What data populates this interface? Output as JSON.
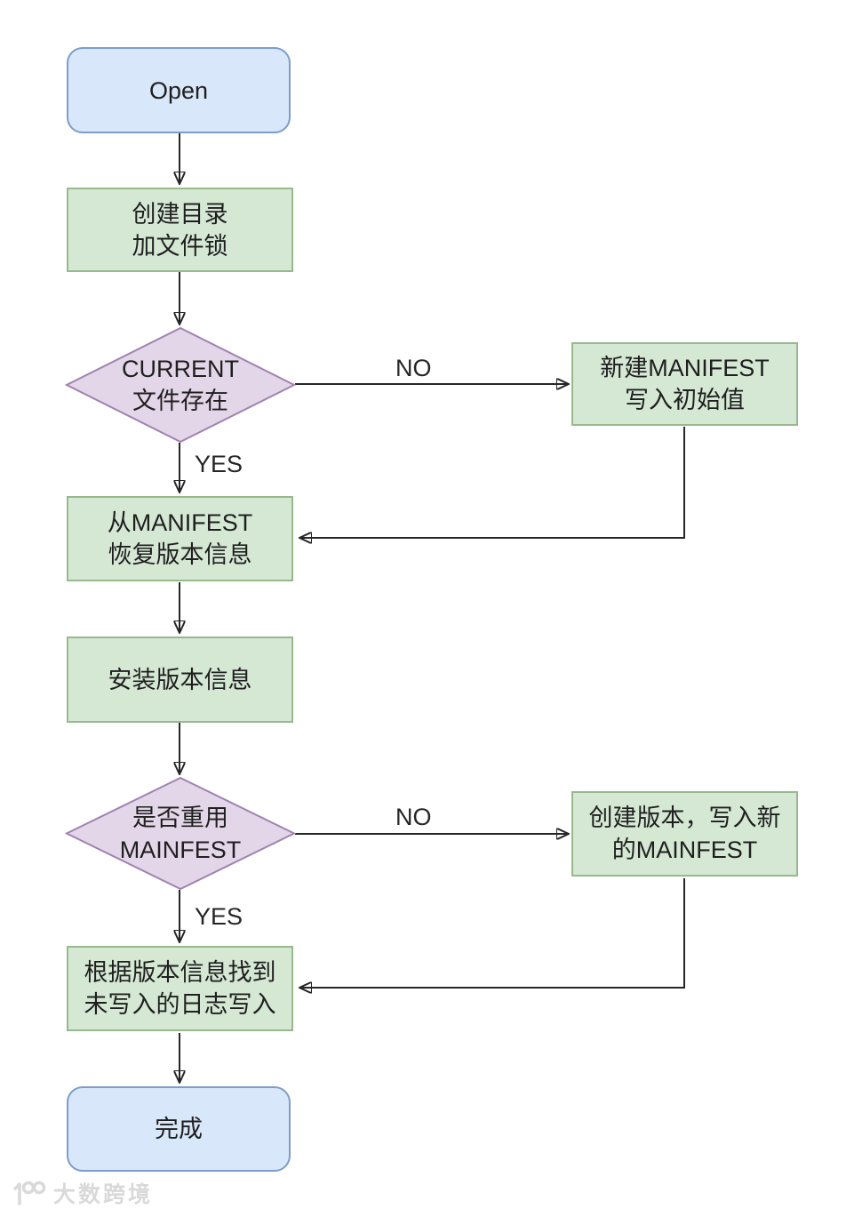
{
  "colors": {
    "canvas-bg": "#ffffff",
    "terminal-fill": "#d8e7fa",
    "terminal-stroke": "#7e9cc9",
    "process-fill": "#d5e8d4",
    "process-stroke": "#97b98d",
    "decision-fill": "#e3d6e8",
    "decision-stroke": "#a182b1",
    "text-color": "#1f1f1f",
    "edge-color": "#262626",
    "watermark-color": "#d9d9d9"
  },
  "flowchart": {
    "nodes": {
      "open": {
        "type": "terminal",
        "label": "Open"
      },
      "create_dir": {
        "type": "process",
        "label": "创建目录\n加文件锁"
      },
      "current_exists": {
        "type": "decision",
        "label": "CURRENT\n文件存在"
      },
      "new_manifest": {
        "type": "process",
        "label": "新建MANIFEST\n写入初始值"
      },
      "recover_version": {
        "type": "process",
        "label": "从MANIFEST\n恢复版本信息"
      },
      "install_version": {
        "type": "process",
        "label": "安装版本信息"
      },
      "reuse_manifest": {
        "type": "decision",
        "label": "是否重用\nMAINFEST"
      },
      "create_version": {
        "type": "process",
        "label": "创建版本，写入新\n的MAINFEST"
      },
      "write_pending_log": {
        "type": "process",
        "label": "根据版本信息找到\n未写入的日志写入"
      },
      "done": {
        "type": "terminal",
        "label": "完成"
      }
    },
    "edge_labels": {
      "no1": "NO",
      "yes1": "YES",
      "no2": "NO",
      "yes2": "YES"
    }
  },
  "watermark": {
    "logo_icon": "dashu-kuajing-logo",
    "text": "大数跨境"
  }
}
